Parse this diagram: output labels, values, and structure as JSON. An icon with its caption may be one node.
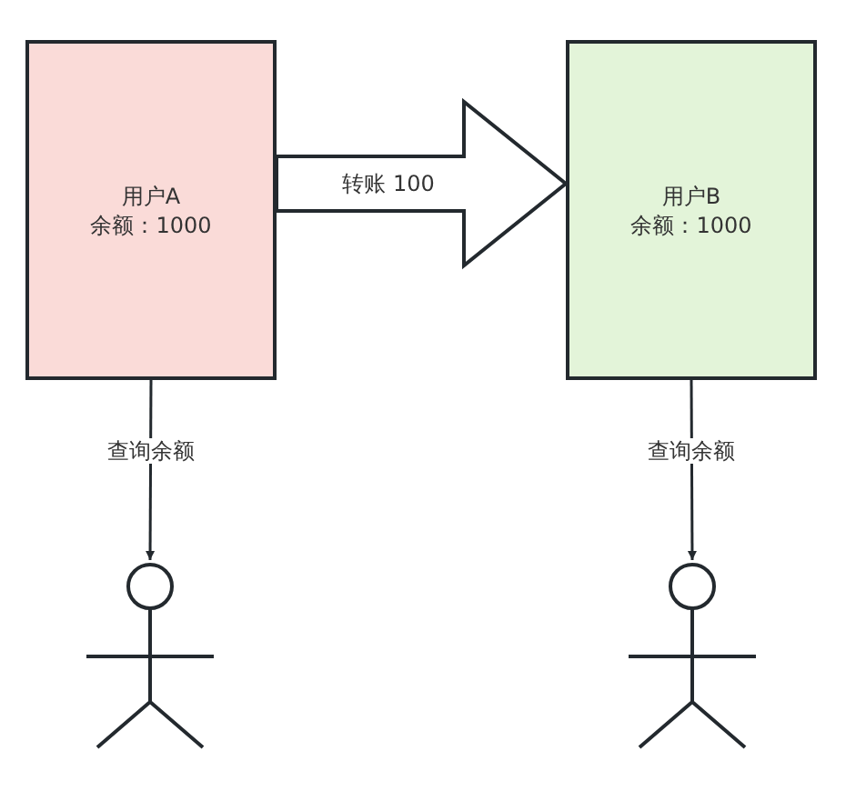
{
  "diagram": {
    "nodes": [
      {
        "text": [
          "用户A",
          "余额：1000"
        ]
      },
      {
        "text": [
          "用户B",
          "余额：1000"
        ]
      },
      {
        "text": [],
        "shape": "person"
      },
      {
        "text": [],
        "shape": "person"
      }
    ],
    "edges": [
      {
        "from": 0,
        "to": 1,
        "arrow": "to",
        "label": "转账 100",
        "style": "thick"
      },
      {
        "from": 0,
        "to": 2,
        "arrow": "to",
        "label": "查询余额"
      },
      {
        "from": 1,
        "to": 3,
        "arrow": "to",
        "label": "查询余额"
      }
    ]
  }
}
